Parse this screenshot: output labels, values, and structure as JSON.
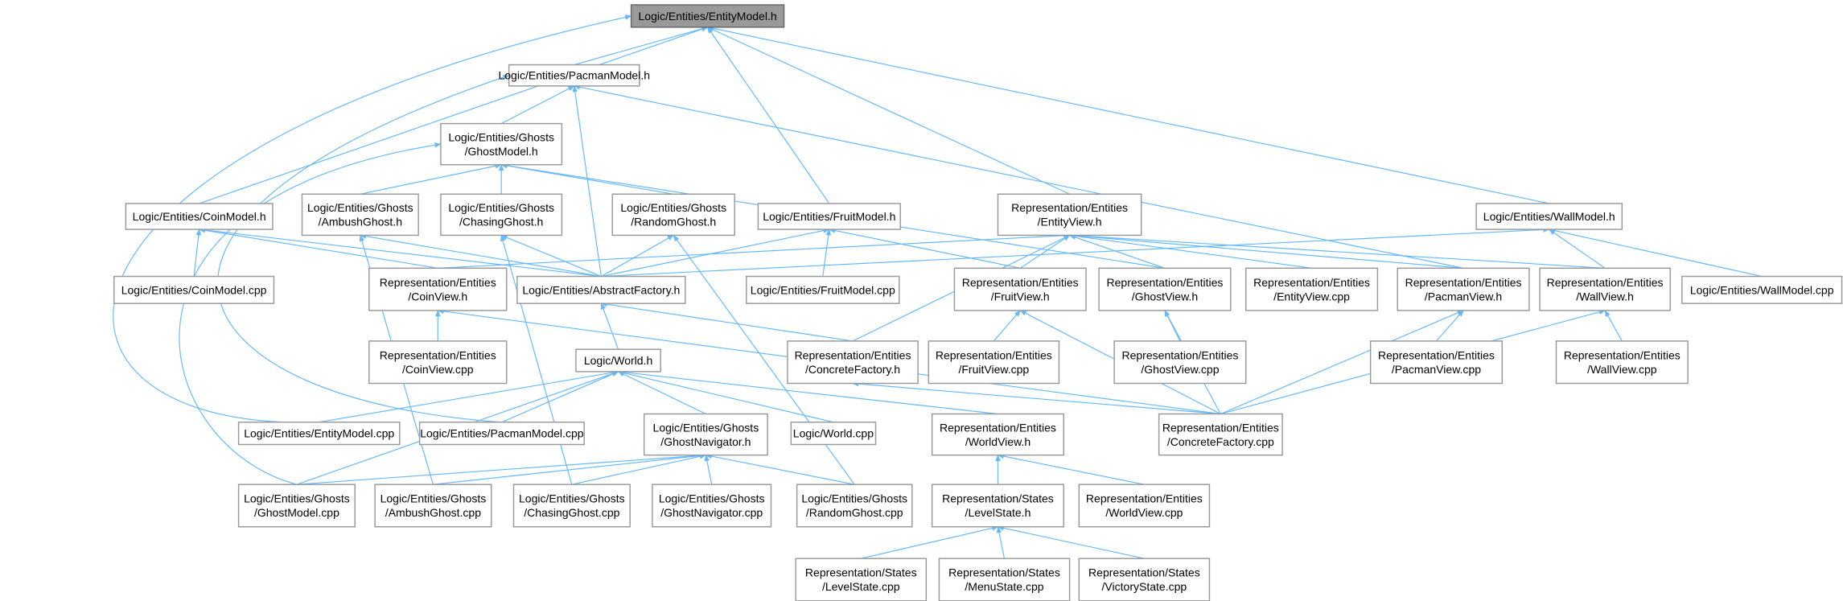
{
  "graph": {
    "title": "Logic/Entities/EntityModel.h",
    "colors": {
      "edge": "#63b8ff",
      "root_fill": "#999999",
      "node_border": "#999999"
    },
    "nodes": [
      {
        "id": "EntityModel.h",
        "lines": [
          "Logic/Entities/EntityModel.h"
        ]
      },
      {
        "id": "PacmanModel.h",
        "lines": [
          "Logic/Entities/PacmanModel.h"
        ]
      },
      {
        "id": "GhostModel.h",
        "lines": [
          "Logic/Entities/Ghosts",
          "/GhostModel.h"
        ]
      },
      {
        "id": "CoinModel.h",
        "lines": [
          "Logic/Entities/CoinModel.h"
        ]
      },
      {
        "id": "AmbushGhost.h",
        "lines": [
          "Logic/Entities/Ghosts",
          "/AmbushGhost.h"
        ]
      },
      {
        "id": "ChasingGhost.h",
        "lines": [
          "Logic/Entities/Ghosts",
          "/ChasingGhost.h"
        ]
      },
      {
        "id": "RandomGhost.h",
        "lines": [
          "Logic/Entities/Ghosts",
          "/RandomGhost.h"
        ]
      },
      {
        "id": "FruitModel.h",
        "lines": [
          "Logic/Entities/FruitModel.h"
        ]
      },
      {
        "id": "EntityView.h",
        "lines": [
          "Representation/Entities",
          "/EntityView.h"
        ]
      },
      {
        "id": "WallModel.h",
        "lines": [
          "Logic/Entities/WallModel.h"
        ]
      },
      {
        "id": "CoinModel.cpp",
        "lines": [
          "Logic/Entities/CoinModel.cpp"
        ]
      },
      {
        "id": "CoinView.h",
        "lines": [
          "Representation/Entities",
          "/CoinView.h"
        ]
      },
      {
        "id": "AbstractFactory.h",
        "lines": [
          "Logic/Entities/AbstractFactory.h"
        ]
      },
      {
        "id": "FruitModel.cpp",
        "lines": [
          "Logic/Entities/FruitModel.cpp"
        ]
      },
      {
        "id": "FruitView.h",
        "lines": [
          "Representation/Entities",
          "/FruitView.h"
        ]
      },
      {
        "id": "GhostView.h",
        "lines": [
          "Representation/Entities",
          "/GhostView.h"
        ]
      },
      {
        "id": "EntityView.cpp",
        "lines": [
          "Representation/Entities",
          "/EntityView.cpp"
        ]
      },
      {
        "id": "PacmanView.h",
        "lines": [
          "Representation/Entities",
          "/PacmanView.h"
        ]
      },
      {
        "id": "WallView.h",
        "lines": [
          "Representation/Entities",
          "/WallView.h"
        ]
      },
      {
        "id": "WallModel.cpp",
        "lines": [
          "Logic/Entities/WallModel.cpp"
        ]
      },
      {
        "id": "CoinView.cpp",
        "lines": [
          "Representation/Entities",
          "/CoinView.cpp"
        ]
      },
      {
        "id": "World.h",
        "lines": [
          "Logic/World.h"
        ]
      },
      {
        "id": "ConcreteFactory.h",
        "lines": [
          "Representation/Entities",
          "/ConcreteFactory.h"
        ]
      },
      {
        "id": "FruitView.cpp",
        "lines": [
          "Representation/Entities",
          "/FruitView.cpp"
        ]
      },
      {
        "id": "GhostView.cpp",
        "lines": [
          "Representation/Entities",
          "/GhostView.cpp"
        ]
      },
      {
        "id": "PacmanView.cpp",
        "lines": [
          "Representation/Entities",
          "/PacmanView.cpp"
        ]
      },
      {
        "id": "WallView.cpp",
        "lines": [
          "Representation/Entities",
          "/WallView.cpp"
        ]
      },
      {
        "id": "EntityModel.cpp",
        "lines": [
          "Logic/Entities/EntityModel.cpp"
        ]
      },
      {
        "id": "PacmanModel.cpp",
        "lines": [
          "Logic/Entities/PacmanModel.cpp"
        ]
      },
      {
        "id": "GhostNavigator.h",
        "lines": [
          "Logic/Entities/Ghosts",
          "/GhostNavigator.h"
        ]
      },
      {
        "id": "World.cpp",
        "lines": [
          "Logic/World.cpp"
        ]
      },
      {
        "id": "WorldView.h",
        "lines": [
          "Representation/Entities",
          "/WorldView.h"
        ]
      },
      {
        "id": "ConcreteFactory.cpp",
        "lines": [
          "Representation/Entities",
          "/ConcreteFactory.cpp"
        ]
      },
      {
        "id": "GhostModel.cpp",
        "lines": [
          "Logic/Entities/Ghosts",
          "/GhostModel.cpp"
        ]
      },
      {
        "id": "AmbushGhost.cpp",
        "lines": [
          "Logic/Entities/Ghosts",
          "/AmbushGhost.cpp"
        ]
      },
      {
        "id": "ChasingGhost.cpp",
        "lines": [
          "Logic/Entities/Ghosts",
          "/ChasingGhost.cpp"
        ]
      },
      {
        "id": "GhostNavigator.cpp",
        "lines": [
          "Logic/Entities/Ghosts",
          "/GhostNavigator.cpp"
        ]
      },
      {
        "id": "RandomGhost.cpp",
        "lines": [
          "Logic/Entities/Ghosts",
          "/RandomGhost.cpp"
        ]
      },
      {
        "id": "WorldView.cpp",
        "lines": [
          "Representation/Entities",
          "/WorldView.cpp"
        ]
      },
      {
        "id": "LevelState.h",
        "lines": [
          "Representation/States",
          "/LevelState.h"
        ]
      },
      {
        "id": "LevelState.cpp",
        "lines": [
          "Representation/States",
          "/LevelState.cpp"
        ]
      },
      {
        "id": "MenuState.cpp",
        "lines": [
          "Representation/States",
          "/MenuState.cpp"
        ]
      },
      {
        "id": "VictoryState.cpp",
        "lines": [
          "Representation/States",
          "/VictoryState.cpp"
        ]
      }
    ],
    "edges": [
      [
        "PacmanModel.h",
        "EntityModel.h"
      ],
      [
        "CoinModel.h",
        "EntityModel.h"
      ],
      [
        "FruitModel.h",
        "EntityModel.h"
      ],
      [
        "EntityView.h",
        "EntityModel.h"
      ],
      [
        "WallModel.h",
        "EntityModel.h"
      ],
      [
        "EntityModel.cpp",
        "EntityModel.h"
      ],
      [
        "GhostModel.h",
        "PacmanModel.h"
      ],
      [
        "AbstractFactory.h",
        "PacmanModel.h"
      ],
      [
        "PacmanModel.cpp",
        "PacmanModel.h"
      ],
      [
        "PacmanView.h",
        "PacmanModel.h"
      ],
      [
        "AmbushGhost.h",
        "GhostModel.h"
      ],
      [
        "ChasingGhost.h",
        "GhostModel.h"
      ],
      [
        "RandomGhost.h",
        "GhostModel.h"
      ],
      [
        "GhostModel.cpp",
        "GhostModel.h"
      ],
      [
        "GhostView.h",
        "GhostModel.h"
      ],
      [
        "CoinModel.cpp",
        "CoinModel.h"
      ],
      [
        "CoinView.h",
        "CoinModel.h"
      ],
      [
        "AbstractFactory.h",
        "CoinModel.h"
      ],
      [
        "AbstractFactory.h",
        "AmbushGhost.h"
      ],
      [
        "AmbushGhost.cpp",
        "AmbushGhost.h"
      ],
      [
        "AbstractFactory.h",
        "ChasingGhost.h"
      ],
      [
        "ChasingGhost.cpp",
        "ChasingGhost.h"
      ],
      [
        "AbstractFactory.h",
        "RandomGhost.h"
      ],
      [
        "RandomGhost.cpp",
        "RandomGhost.h"
      ],
      [
        "AbstractFactory.h",
        "FruitModel.h"
      ],
      [
        "FruitModel.cpp",
        "FruitModel.h"
      ],
      [
        "FruitView.h",
        "FruitModel.h"
      ],
      [
        "CoinView.h",
        "EntityView.h"
      ],
      [
        "FruitView.h",
        "EntityView.h"
      ],
      [
        "GhostView.h",
        "EntityView.h"
      ],
      [
        "EntityView.cpp",
        "EntityView.h"
      ],
      [
        "PacmanView.h",
        "EntityView.h"
      ],
      [
        "WallView.h",
        "EntityView.h"
      ],
      [
        "ConcreteFactory.h",
        "EntityView.h"
      ],
      [
        "WallView.h",
        "WallModel.h"
      ],
      [
        "WallModel.cpp",
        "WallModel.h"
      ],
      [
        "AbstractFactory.h",
        "WallModel.h"
      ],
      [
        "CoinView.cpp",
        "CoinView.h"
      ],
      [
        "ConcreteFactory.cpp",
        "CoinView.h"
      ],
      [
        "World.h",
        "AbstractFactory.h"
      ],
      [
        "ConcreteFactory.h",
        "AbstractFactory.h"
      ],
      [
        "FruitView.cpp",
        "FruitView.h"
      ],
      [
        "ConcreteFactory.cpp",
        "FruitView.h"
      ],
      [
        "GhostView.cpp",
        "GhostView.h"
      ],
      [
        "ConcreteFactory.cpp",
        "GhostView.h"
      ],
      [
        "PacmanView.cpp",
        "PacmanView.h"
      ],
      [
        "ConcreteFactory.cpp",
        "PacmanView.h"
      ],
      [
        "WallView.cpp",
        "WallView.h"
      ],
      [
        "ConcreteFactory.cpp",
        "WallView.h"
      ],
      [
        "ConcreteFactory.cpp",
        "ConcreteFactory.h"
      ],
      [
        "EntityModel.cpp",
        "World.h"
      ],
      [
        "PacmanModel.cpp",
        "World.h"
      ],
      [
        "GhostNavigator.h",
        "World.h"
      ],
      [
        "World.cpp",
        "World.h"
      ],
      [
        "WorldView.h",
        "World.h"
      ],
      [
        "GhostModel.cpp",
        "World.h"
      ],
      [
        "GhostModel.cpp",
        "GhostNavigator.h"
      ],
      [
        "AmbushGhost.cpp",
        "GhostNavigator.h"
      ],
      [
        "ChasingGhost.cpp",
        "GhostNavigator.h"
      ],
      [
        "GhostNavigator.cpp",
        "GhostNavigator.h"
      ],
      [
        "RandomGhost.cpp",
        "GhostNavigator.h"
      ],
      [
        "LevelState.h",
        "WorldView.h"
      ],
      [
        "WorldView.cpp",
        "WorldView.h"
      ],
      [
        "LevelState.cpp",
        "LevelState.h"
      ],
      [
        "MenuState.cpp",
        "LevelState.h"
      ],
      [
        "VictoryState.cpp",
        "LevelState.h"
      ]
    ]
  }
}
